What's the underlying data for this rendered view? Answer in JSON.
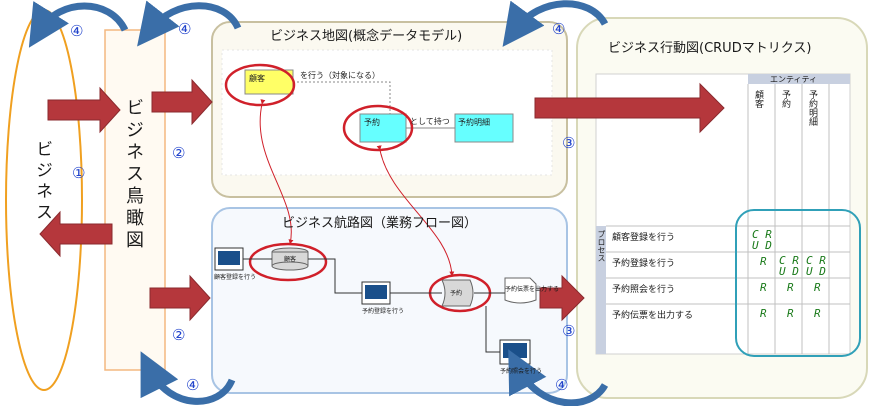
{
  "labels": {
    "business": "ビジネス",
    "birds_eye": "ビジネス鳥瞰図",
    "map_title": "ビジネス地図(概念データモデル)",
    "route_title": "ビジネス航路図（業務フロー図）",
    "action_title": "ビジネス行動図(CRUDマトリクス)"
  },
  "numbers": {
    "n1": "①",
    "n2": "②",
    "n3": "③",
    "n4": "④"
  },
  "er_model": {
    "customer": "顧客",
    "reservation": "予約",
    "detail": "予約明細",
    "rel1": "を行う（対象になる）",
    "rel2": "として持つ"
  },
  "flow": {
    "register": "顧客登録を行う",
    "customer_db": "顧客",
    "reserve_register": "予約登録を行う",
    "reservation_db": "予約",
    "print_slip": "予約伝票を出力する",
    "inquiry": "予約照会を行う"
  },
  "crud_matrix": {
    "entity_header": "エンティティ",
    "process_header": "プロセス",
    "entities": [
      "顧客",
      "予約",
      "予約明細"
    ],
    "processes": [
      "顧客登録を行う",
      "予約登録を行う",
      "予約照会を行う",
      "予約伝票を出力する"
    ],
    "cells": [
      [
        "C R U D",
        "",
        ""
      ],
      [
        "R",
        "C R U D",
        "C R U D"
      ],
      [
        "R",
        "R",
        "R"
      ],
      [
        "R",
        "R",
        "R"
      ]
    ]
  },
  "colors": {
    "arrow_red": "#b5373c",
    "arrow_blue": "#3a6ea8",
    "oval_orange": "#f0a020",
    "circle_red": "#d0202a",
    "entity_yellow": "#ffff66",
    "entity_cyan": "#66ffff",
    "map_bg": "#fbf9f0",
    "route_border": "#a8c4e4",
    "matrix_circle": "#30a0b8"
  }
}
